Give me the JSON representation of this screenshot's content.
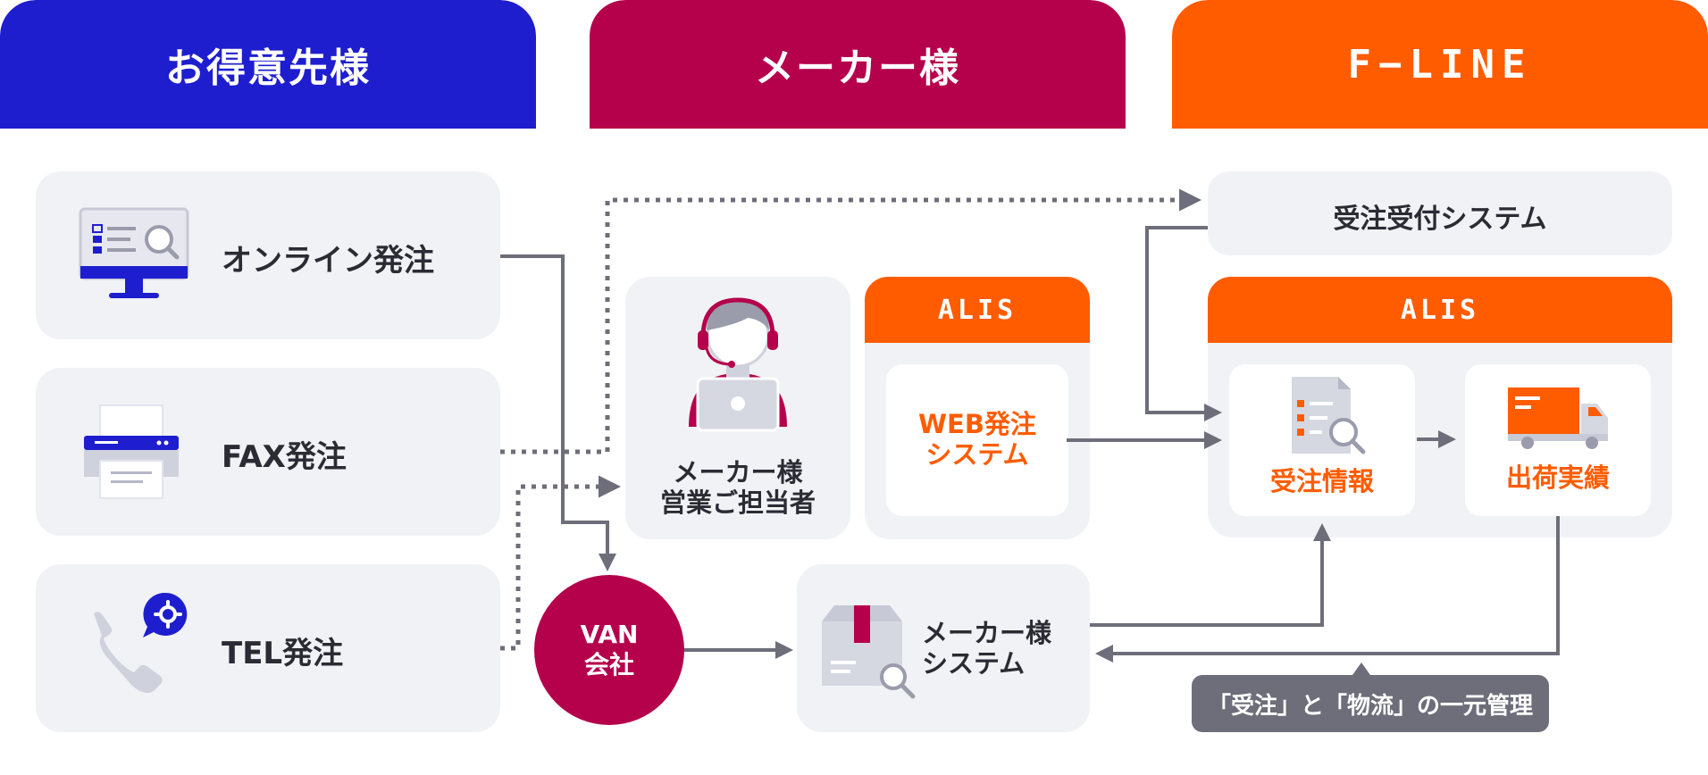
{
  "columns": {
    "customer": {
      "title": "お得意先様",
      "color": "#1e1ecf"
    },
    "maker": {
      "title": "メーカー様",
      "color": "#b5004b"
    },
    "fline": {
      "title": "F−LINE",
      "color": "#ff5c00"
    }
  },
  "customer_items": {
    "online": "オンライン発注",
    "fax": "FAX発注",
    "tel": "TEL発注"
  },
  "maker": {
    "sales_line1": "メーカー様",
    "sales_line2": "営業ご担当者",
    "alis_label": "ALIS",
    "web_line1": "WEB発注",
    "web_line2": "システム",
    "system_line1": "メーカー様",
    "system_line2": "システム",
    "van_line1": "VAN",
    "van_line2": "会社"
  },
  "fline": {
    "order_reception": "受注受付システム",
    "alis_label": "ALIS",
    "order_info": "受注情報",
    "shipment": "出荷実績",
    "unified_badge": "「受注」と「物流」の一元管理"
  },
  "colors": {
    "navy": "#1e1ecf",
    "crimson": "#b5004b",
    "orange": "#ff5c00",
    "card_bg": "#f1f2f6",
    "arrow_gray": "#6e6e7a",
    "badge_bg": "#6e6e7a"
  },
  "icons": [
    "monitor-search-icon",
    "fax-machine-icon",
    "phone-gear-icon",
    "operator-headset-icon",
    "box-search-icon",
    "document-search-icon",
    "delivery-truck-icon"
  ]
}
